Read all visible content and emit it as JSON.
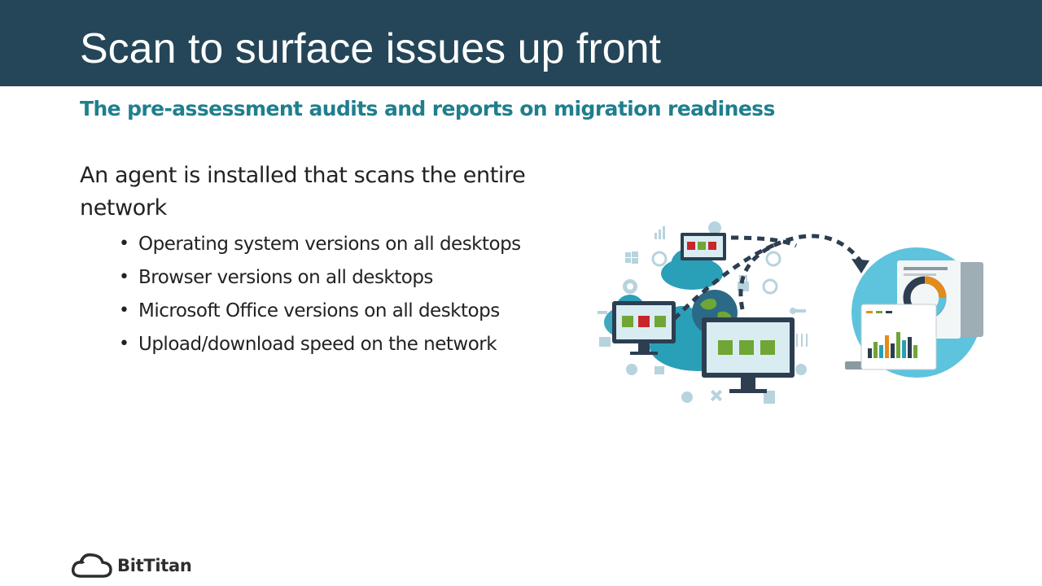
{
  "slide": {
    "title": "Scan to surface issues up front",
    "subtitle": "The pre-assessment audits and reports on migration readiness",
    "intro": "An agent is installed that scans the entire network",
    "bullets": [
      "Operating system versions on all desktops",
      "Browser versions on all desktops",
      "Microsoft Office versions on all desktops",
      "Upload/download speed on the network"
    ]
  },
  "logo": {
    "text": "BitTitan"
  },
  "colors": {
    "title_bar": "#244658",
    "subtitle": "#1f7f8e",
    "cloud": "#2a9fb8",
    "report_circle": "#5ec3dd",
    "check_green": "#6fa636",
    "cross_red": "#c8262b"
  },
  "icons": [
    "monitor-icon",
    "cloud-icon",
    "globe-icon",
    "check-icon",
    "cross-icon",
    "report-document-icon",
    "bar-chart-icon",
    "donut-chart-icon",
    "dashed-arrow-icon",
    "windows-icon",
    "apple-icon",
    "chrome-icon",
    "ie-icon",
    "tools-icon",
    "lock-icon"
  ]
}
